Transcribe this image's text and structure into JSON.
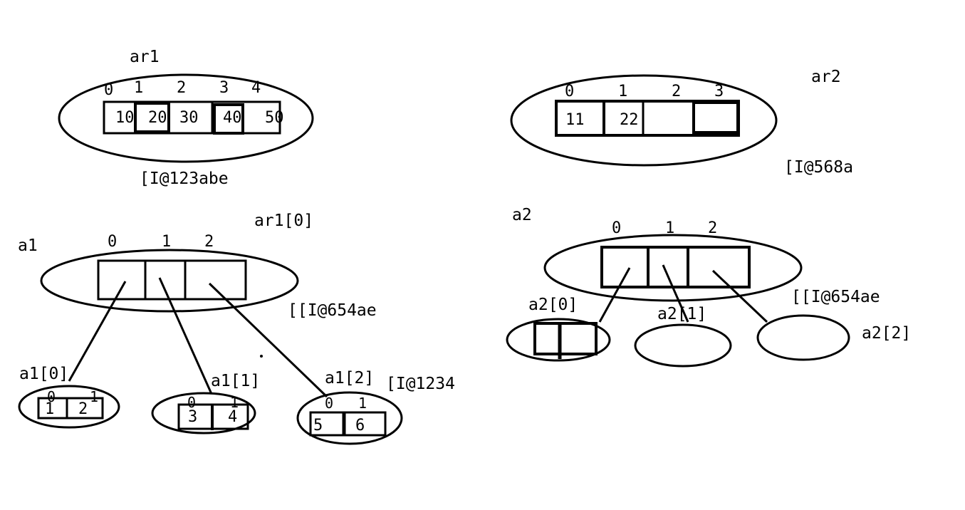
{
  "ar1": {
    "name": "ar1",
    "indices": [
      "0",
      "1",
      "2",
      "3",
      "4"
    ],
    "values": [
      "10",
      "20",
      "30",
      "40",
      "50"
    ],
    "ref": "[I@123abe"
  },
  "ar2": {
    "name": "ar2",
    "indices": [
      "0",
      "1",
      "2",
      "3"
    ],
    "values": [
      "11",
      "22",
      "",
      ""
    ],
    "ref": "[I@568a"
  },
  "a1": {
    "name": "a1",
    "element_label": "ar1[0]",
    "indices": [
      "0",
      "1",
      "2"
    ],
    "ref": "[[I@654ae",
    "inner_ref": "[I@1234",
    "rows": [
      {
        "label": "a1[0]",
        "indices": [
          "0",
          "1"
        ],
        "values": [
          "1",
          "2"
        ]
      },
      {
        "label": "a1[1]",
        "indices": [
          "0",
          "1"
        ],
        "values": [
          "3",
          "4"
        ]
      },
      {
        "label": "a1[2]",
        "indices": [
          "0",
          "1"
        ],
        "values": [
          "5",
          "6"
        ]
      }
    ]
  },
  "a2": {
    "name": "a2",
    "indices": [
      "0",
      "1",
      "2"
    ],
    "ref": "[[I@654ae",
    "rows": [
      {
        "label": "a2[0]"
      },
      {
        "label": "a2[1]"
      },
      {
        "label": "a2[2]"
      }
    ]
  }
}
